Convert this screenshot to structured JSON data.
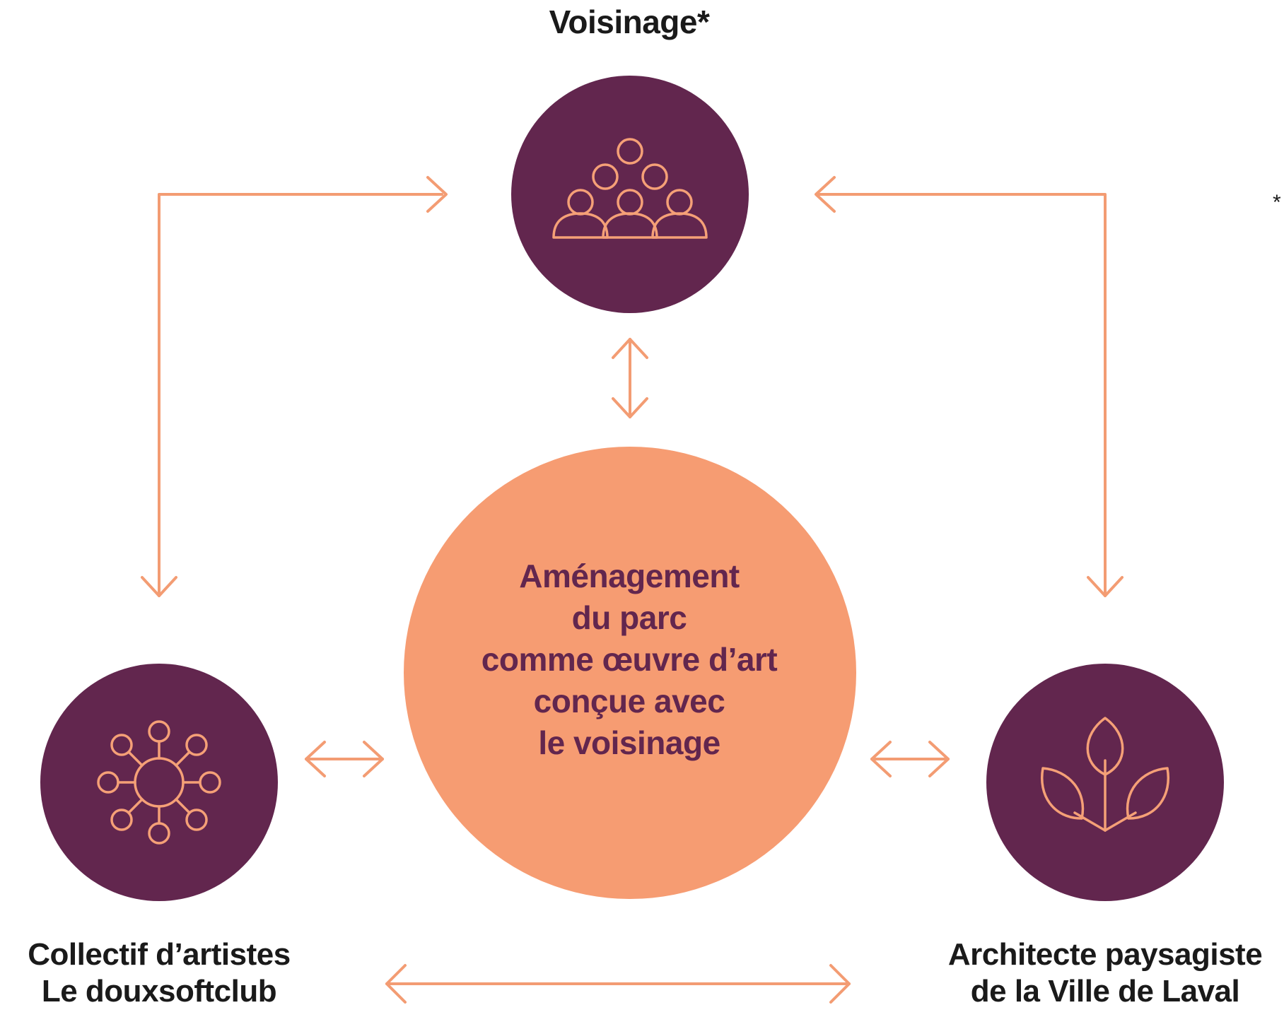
{
  "nodes": {
    "top": {
      "lines": [
        "Voisinage*"
      ],
      "icon": "people-group-icon"
    },
    "left": {
      "lines": [
        "Collectif d’artistes",
        "Le douxsoftclub"
      ],
      "icon": "network-hub-icon"
    },
    "right": {
      "lines": [
        "Architecte paysagiste",
        "de la Ville de Laval"
      ],
      "icon": "leaf-plant-icon"
    },
    "center": {
      "lines": [
        "Aménagement",
        "du parc",
        "comme œuvre d’art",
        "conçue avec",
        "le voisinage"
      ]
    }
  },
  "footnote_marker": "*",
  "colors": {
    "node_fill": "#62264e",
    "center_fill": "#f69c72",
    "connector": "#f39c73",
    "icon_stroke": "#f5a077",
    "center_text": "#62264e",
    "label_text": "#1a1a1a"
  }
}
